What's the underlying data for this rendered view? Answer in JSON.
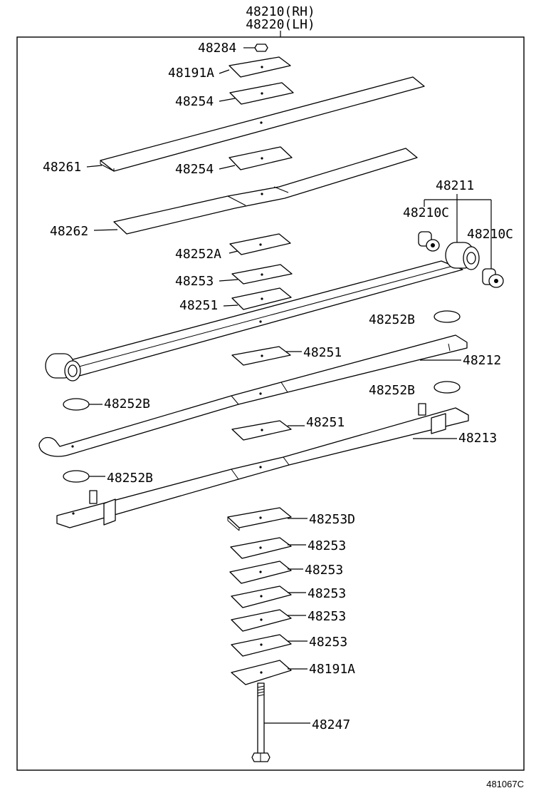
{
  "header": {
    "assembly_rh": "48210(RH)",
    "assembly_lh": "48220(LH)"
  },
  "diagram_code": "481067C",
  "parts": {
    "p48284": "48284",
    "p48191A_top": "48191A",
    "p48254_top": "48254",
    "p48261": "48261",
    "p48254_mid": "48254",
    "p48262": "48262",
    "p48211": "48211",
    "p48210C_left": "48210C",
    "p48210C_right": "48210C",
    "p48252A": "48252A",
    "p48253_upper": "48253",
    "p48251_a": "48251",
    "p48252B_a": "48252B",
    "p48251_b": "48251",
    "p48212": "48212",
    "p48252B_b": "48252B",
    "p48252B_c": "48252B",
    "p48251_c": "48251",
    "p48213": "48213",
    "p48252B_d": "48252B",
    "p48253D": "48253D",
    "p48253_1": "48253",
    "p48253_2": "48253",
    "p48253_3": "48253",
    "p48253_4": "48253",
    "p48253_5": "48253",
    "p48191A_bottom": "48191A",
    "p48247": "48247"
  }
}
